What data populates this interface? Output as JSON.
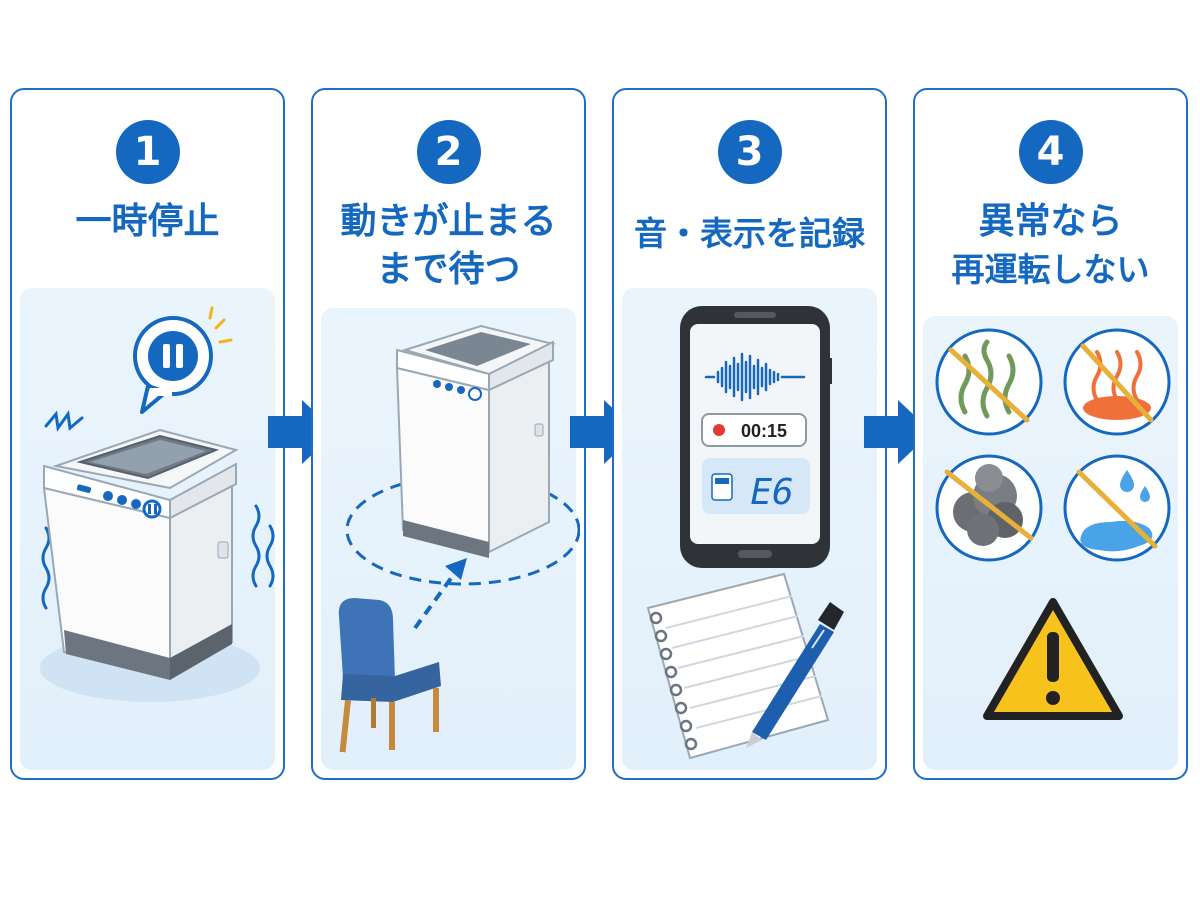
{
  "steps": [
    {
      "number": "1",
      "title_lines": [
        "一時停止"
      ]
    },
    {
      "number": "2",
      "title_lines": [
        "動きが止まる",
        "まで待つ"
      ]
    },
    {
      "number": "3",
      "title_lines": [
        "音・表示を記録"
      ]
    },
    {
      "number": "4",
      "title_lines": [
        "異常なら",
        "再運転しない"
      ]
    }
  ],
  "phone": {
    "timer": "00:15",
    "error_code": "E6"
  },
  "colors": {
    "accent": "#1568bf",
    "border": "#1f6fc5",
    "scene_bg": "#e6f2fc",
    "warning": "#f7c21b",
    "record_dot": "#e53935"
  },
  "icons": [
    "pause-icon",
    "vibration-icon",
    "sound-wave-icon",
    "record-icon",
    "error-display-icon",
    "notebook-icon",
    "pen-icon",
    "no-burning-smell-icon",
    "no-heat-icon",
    "no-smoke-icon",
    "no-water-leak-icon",
    "warning-icon",
    "arrow-right-icon"
  ]
}
